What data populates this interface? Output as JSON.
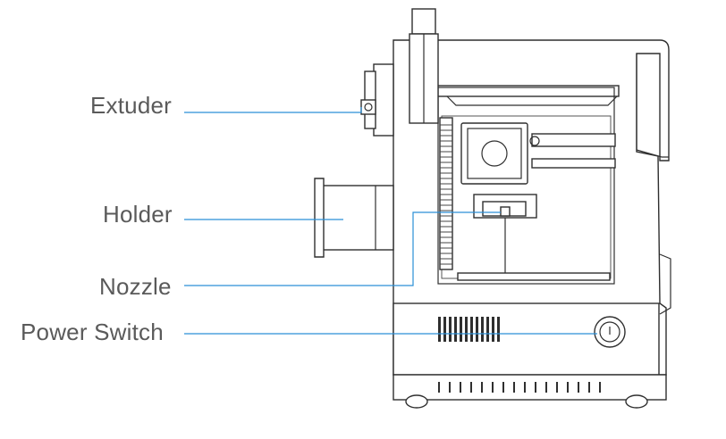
{
  "callouts": [
    {
      "id": "extruder",
      "label": "Extuder"
    },
    {
      "id": "holder",
      "label": "Holder"
    },
    {
      "id": "nozzle",
      "label": "Nozzle"
    },
    {
      "id": "power_switch",
      "label": "Power Switch"
    }
  ],
  "colors": {
    "leader_line": "#2a8fd6",
    "label_text": "#5a5a5a",
    "outline": "#2f2f2f",
    "background": "#ffffff"
  }
}
